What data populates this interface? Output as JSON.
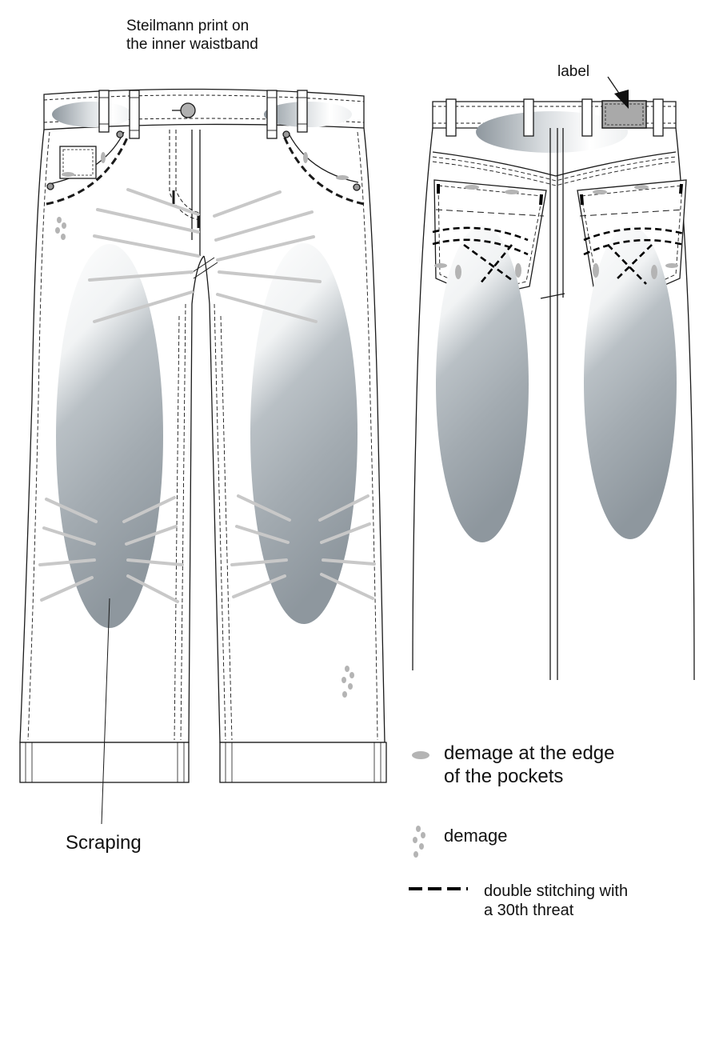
{
  "annotations": {
    "top_note": "Steilmann print on\nthe inner waistband",
    "label": "label",
    "scraping": "Scraping"
  },
  "legend": {
    "edge_damage": "demage at the edge\nof the pockets",
    "damage": "demage",
    "double_stitching": "double stitching with\na 30th threat"
  },
  "colors": {
    "outline": "#1a1a1a",
    "wash_gray": "#8e979e",
    "scrape_lines": "#c8c8c8",
    "damage_fill": "#b4b4b4",
    "label_fill": "#a9a9a9"
  }
}
